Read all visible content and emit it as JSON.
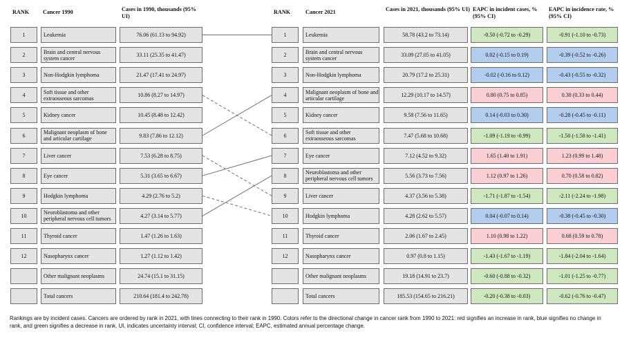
{
  "headers": {
    "rank_left": "RANK",
    "cancer1990": "Cancer 1990",
    "cases1990": "Cases in 1990, thousands (95% UI)",
    "rank_right": "RANK",
    "cancer2021": "Cancer 2021",
    "cases2021": "Cases in 2021, thousands (95% UI)",
    "eapc_cases": "EAPC in incident cases, % (95% CI)",
    "eapc_rate": "EAPC in incidence rate, % (95% CI)"
  },
  "rows1990": [
    {
      "rank": "1",
      "name": "Leukemia",
      "cases": "76.06 (61.13 to 94.92)"
    },
    {
      "rank": "2",
      "name": "Brain and central nervous system cancer",
      "cases": "33.11 (25.35 to 41.47)"
    },
    {
      "rank": "3",
      "name": "Non-Hodgkin lymphoma",
      "cases": "21.47 (17.41 to 24.97)"
    },
    {
      "rank": "4",
      "name": "Soft tissue and other extraosseous sarcomas",
      "cases": "10.86 (8.27 to 14.97)"
    },
    {
      "rank": "5",
      "name": "Kidney cancer",
      "cases": "10.45 (8.48 to 12.42)"
    },
    {
      "rank": "6",
      "name": "Malignant neoplasm of bone and articular cartilage",
      "cases": "9.83 (7.86 to 12.12)"
    },
    {
      "rank": "7",
      "name": "Liver cancer",
      "cases": "7.53 (6.28 to 8.75)"
    },
    {
      "rank": "8",
      "name": "Eye cancer",
      "cases": "5.31 (3.65 to 6.67)"
    },
    {
      "rank": "9",
      "name": "Hodgkin lymphoma",
      "cases": "4.29 (2.76 to 5.2)"
    },
    {
      "rank": "10",
      "name": "Neuroblastoma and other peripheral nervous cell tumors",
      "cases": "4.27 (3.14 to 5.77)"
    },
    {
      "rank": "11",
      "name": "Thyroid cancer",
      "cases": "1.47 (1.26 to 1.63)"
    },
    {
      "rank": "12",
      "name": "Nasopharynx cancer",
      "cases": "1.27 (1.12 to 1.42)"
    },
    {
      "rank": "",
      "name": "Other malignant neoplasms",
      "cases": "24.74 (15.1 to 31.15)"
    },
    {
      "rank": "",
      "name": "Total cancers",
      "cases": "210.64 (181.4 to 242.78)"
    }
  ],
  "rows2021": [
    {
      "rank": "1",
      "name": "Leukemia",
      "cases": "58.78 (43.2 to 73.14)",
      "eapc_cases": "-0.50 (-0.72 to -0.29)",
      "eapc_rate": "-0.91 (-1.10 to -0.73)",
      "color": "green"
    },
    {
      "rank": "2",
      "name": "Brain and central nervous system cancer",
      "cases": "33.09 (27.05 to 41.05)",
      "eapc_cases": "0.02 (-0.15 to 0.19)",
      "eapc_rate": "-0.39 (-0.52 to -0.26)",
      "color": "blue"
    },
    {
      "rank": "3",
      "name": "Non-Hodgkin lymphoma",
      "cases": "20.79 (17.2 to 25.31)",
      "eapc_cases": "-0.02 (-0.16 to 0.12)",
      "eapc_rate": "-0.43 (-0.55 to -0.32)",
      "color": "blue"
    },
    {
      "rank": "4",
      "name": "Malignant neoplasm of bone and articular cartilage",
      "cases": "12.29 (10.17 to 14.57)",
      "eapc_cases": "0.80 (0.75 to 0.85)",
      "eapc_rate": "0.38 (0.33 to 0.44)",
      "color": "red"
    },
    {
      "rank": "5",
      "name": "Kidney cancer",
      "cases": "9.58 (7.56 to 11.65)",
      "eapc_cases": "0.14 (-0.03 to 0.30)",
      "eapc_rate": "-0.28 (-0.45 to -0.11)",
      "color": "blue"
    },
    {
      "rank": "6",
      "name": "Soft tissue and other extraosseous sarcomas",
      "cases": "7.47 (5.68 to 10.68)",
      "eapc_cases": "-1.09 (-1.19 to -0.99)",
      "eapc_rate": "-1.50 (-1.58 to -1.41)",
      "color": "green"
    },
    {
      "rank": "7",
      "name": "Eye cancer",
      "cases": "7.12 (4.52 to 9.32)",
      "eapc_cases": "1.65 (1.40 to 1.91)",
      "eapc_rate": "1.23 (0.99 to 1.48)",
      "color": "red"
    },
    {
      "rank": "8",
      "name": "Neuroblastoma and other peripheral nervous cell tumors",
      "cases": "5.56 (3.73 to 7.56)",
      "eapc_cases": "1.12 (0.97 to 1.26)",
      "eapc_rate": "0.70 (0.58 to 0.82)",
      "color": "red"
    },
    {
      "rank": "9",
      "name": "Liver cancer",
      "cases": "4.37 (3.56 to 5.38)",
      "eapc_cases": "-1.71 (-1.87 to -1.54)",
      "eapc_rate": "-2.11 (-2.24 to -1.98)",
      "color": "green"
    },
    {
      "rank": "10",
      "name": "Hodgkin lymphoma",
      "cases": "4.28 (2.62 to 5.57)",
      "eapc_cases": "0.04 (-0.07 to 0.14)",
      "eapc_rate": "-0.38 (-0.45 to -0.30)",
      "color": "blue"
    },
    {
      "rank": "11",
      "name": "Thyroid cancer",
      "cases": "2.06 (1.67 to 2.45)",
      "eapc_cases": "1.10 (0.98 to 1.22)",
      "eapc_rate": "0.68 (0.59 to 0.78)",
      "color": "red"
    },
    {
      "rank": "12",
      "name": "Nasopharynx cancer",
      "cases": "0.97 (0.8 to 1.15)",
      "eapc_cases": "-1.43 (-1.67 to -1.19)",
      "eapc_rate": "-1.84 (-2.04 to -1.64)",
      "color": "green"
    },
    {
      "rank": "",
      "name": "Other malignant neoplasms",
      "cases": "19.18 (14.91 to 23.7)",
      "eapc_cases": "-0.60 (-0.88 to -0.32)",
      "eapc_rate": "-1.01 (-1.25 to -0.77)",
      "color": "green"
    },
    {
      "rank": "",
      "name": "Total cancers",
      "cases": "185.53 (154.65 to 216.21)",
      "eapc_cases": "-0.20 (-0.38 to -0.03)",
      "eapc_rate": "-0.62 (-0.76 to -0.47)",
      "color": "green"
    }
  ],
  "connections": [
    {
      "from": 1,
      "to": 1,
      "style": "solid"
    },
    {
      "from": 4,
      "to": 6,
      "style": "dashed"
    },
    {
      "from": 6,
      "to": 4,
      "style": "solid"
    },
    {
      "from": 7,
      "to": 9,
      "style": "dashed"
    },
    {
      "from": 8,
      "to": 7,
      "style": "solid"
    },
    {
      "from": 9,
      "to": 10,
      "style": "dashed"
    },
    {
      "from": 10,
      "to": 8,
      "style": "solid"
    }
  ],
  "colors": {
    "red": "#f9cfd3",
    "blue": "#b3cdee",
    "green": "#cfe7bf",
    "box": "#e4e4e4",
    "border": "#6b6b6b",
    "line": "#6f6f6f"
  },
  "footnote": "Rankings are by incident cases. Cancers are ordered by rank in 2021, with lines connecting to their rank in 1990. Colors refer to the directional change in cancer rank from 1990 to 2021: red signifies an increase in rank, blue signifies no change in rank, and green signifies a decrease in rank. UI, indicates uncertainty interval; CI, confidence interval; EAPC, estimated annual percentage change."
}
